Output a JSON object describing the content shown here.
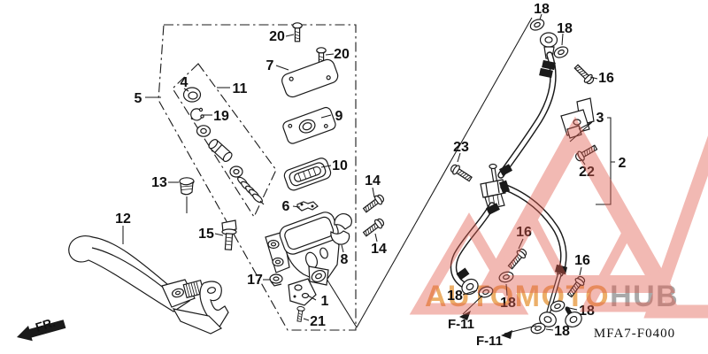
{
  "watermark": {
    "brand_left": "AUTOMOTO",
    "brand_right": "HUB",
    "left_color": "#E89C44",
    "right_color": "#9B9B9B",
    "triangle_color": "#E25A4C"
  },
  "footer": {
    "code": "MFA7-F0400"
  },
  "orientation": {
    "fr_label": "FR."
  },
  "page_refs": [
    {
      "text": "F-11"
    },
    {
      "text": "F-11"
    }
  ],
  "callouts": [
    {
      "text": "20"
    },
    {
      "text": "20"
    },
    {
      "text": "7"
    },
    {
      "text": "9"
    },
    {
      "text": "10"
    },
    {
      "text": "5"
    },
    {
      "text": "4"
    },
    {
      "text": "11"
    },
    {
      "text": "19"
    },
    {
      "text": "13"
    },
    {
      "text": "12"
    },
    {
      "text": "15"
    },
    {
      "text": "6"
    },
    {
      "text": "14"
    },
    {
      "text": "14"
    },
    {
      "text": "8"
    },
    {
      "text": "17"
    },
    {
      "text": "1"
    },
    {
      "text": "21"
    },
    {
      "text": "18"
    },
    {
      "text": "18"
    },
    {
      "text": "16"
    },
    {
      "text": "3"
    },
    {
      "text": "2"
    },
    {
      "text": "22"
    },
    {
      "text": "23"
    },
    {
      "text": "16"
    },
    {
      "text": "16"
    },
    {
      "text": "18"
    },
    {
      "text": "18"
    },
    {
      "text": "18"
    },
    {
      "text": "18"
    }
  ]
}
